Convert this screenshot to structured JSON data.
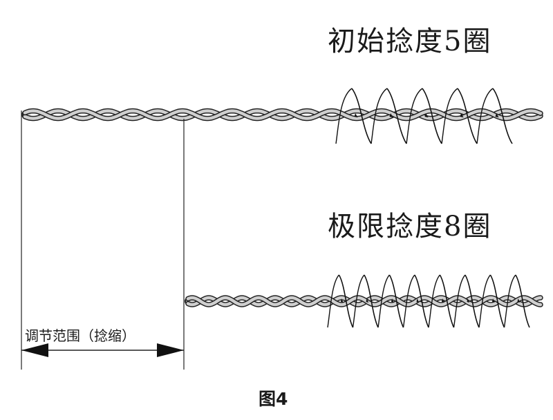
{
  "diagram": {
    "initial_label": "初始捻度5圈",
    "limit_label": "极限捻度8圈",
    "range_label": "调节范围（捻缩）",
    "caption": "图4",
    "initial_turns": 5,
    "limit_turns": 8
  }
}
